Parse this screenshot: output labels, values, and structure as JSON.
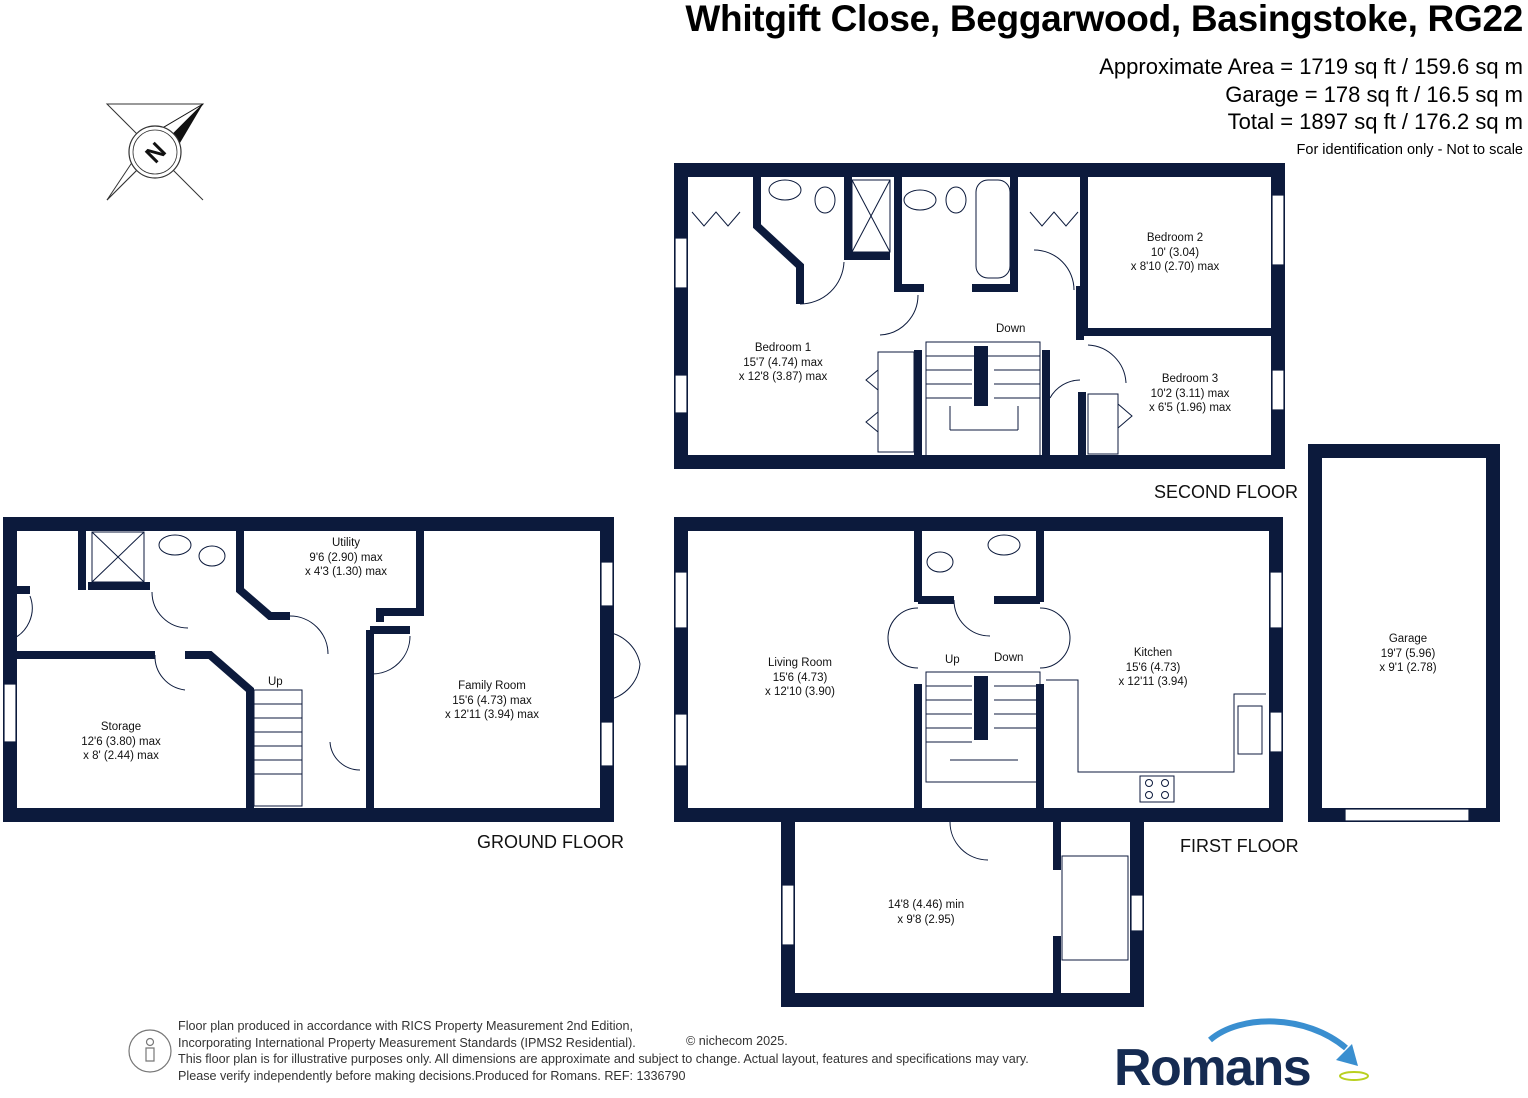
{
  "header": {
    "title": "Whitgift Close, Beggarwood, Basingstoke, RG22",
    "approx_area": "Approximate Area = 1719 sq ft / 159.6 sq m",
    "garage_area": "Garage = 178 sq ft / 16.5 sq m",
    "total_area": "Total = 1897 sq ft / 176.2 sq m",
    "scale_note": "For identification only - Not to scale"
  },
  "compass": {
    "label": "N",
    "icon": "compass-north-icon"
  },
  "floors": {
    "second": "SECOND FLOOR",
    "first": "FIRST FLOOR",
    "ground": "GROUND FLOOR"
  },
  "rooms": {
    "bedroom1": {
      "name": "Bedroom 1",
      "dim1": "15'7 (4.74) max",
      "dim2": "x 12'8 (3.87) max"
    },
    "bedroom2": {
      "name": "Bedroom 2",
      "dim1": "10' (3.04)",
      "dim2": "x 8'10 (2.70) max"
    },
    "bedroom3": {
      "name": "Bedroom 3",
      "dim1": "10'2 (3.11) max",
      "dim2": "x 6'5 (1.96) max"
    },
    "living": {
      "name": "Living Room",
      "dim1": "15'6 (4.73)",
      "dim2": "x 12'10 (3.90)"
    },
    "kitchen": {
      "name": "Kitchen",
      "dim1": "15'6 (4.73)",
      "dim2": "x 12'11 (3.94)"
    },
    "garage": {
      "name": "Garage",
      "dim1": "19'7 (5.96)",
      "dim2": "x 9'1 (2.78)"
    },
    "lower": {
      "dim1": "14'8 (4.46) min",
      "dim2": "x 9'8 (2.95)"
    },
    "utility": {
      "name": "Utility",
      "dim1": "9'6 (2.90) max",
      "dim2": "x 4'3 (1.30) max"
    },
    "family": {
      "name": "Family Room",
      "dim1": "15'6 (4.73) max",
      "dim2": "x 12'11 (3.94) max"
    },
    "storage": {
      "name": "Storage",
      "dim1": "12'6 (3.80) max",
      "dim2": "x 8' (2.44) max"
    }
  },
  "stairs": {
    "second_down": "Down",
    "first_up": "Up",
    "first_down": "Down",
    "ground_up": "Up"
  },
  "footer": {
    "line1": "Floor plan produced in accordance with RICS Property Measurement 2nd Edition,",
    "line2": "Incorporating International Property Measurement Standards (IPMS2 Residential).",
    "line3": "This floor plan is for illustrative purposes only. All dimensions are approximate and subject to change. Actual layout, features and specifications may vary.",
    "line4": "Please verify independently before making decisions.Produced for Romans.   REF:  1336790",
    "copyright": "© nichecom 2025.",
    "badge_icon": "person-badge-icon"
  },
  "brand": {
    "logo_text": "Romans",
    "color": "#152b52",
    "accent": "#3a8fd0"
  },
  "colors": {
    "wall": "#0c1a3c"
  }
}
